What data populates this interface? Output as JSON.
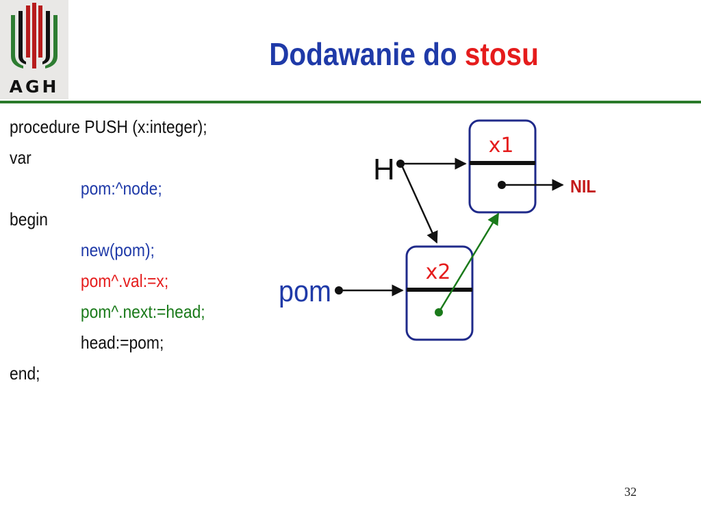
{
  "logo": {
    "text": "AGH"
  },
  "title": {
    "main": "Dodawanie do ",
    "accent": "stosu"
  },
  "code_lines": [
    {
      "text": "procedure PUSH (x:integer);",
      "color": "black",
      "indent": false
    },
    {
      "text": "var",
      "color": "black",
      "indent": false
    },
    {
      "text": "pom:^node;",
      "color": "blue",
      "indent": true
    },
    {
      "text": "begin",
      "color": "black",
      "indent": false
    },
    {
      "text": "new(pom);",
      "color": "blue",
      "indent": true
    },
    {
      "text": "pom^.val:=x;",
      "color": "red",
      "indent": true
    },
    {
      "text": "pom^.next:=head;",
      "color": "green",
      "indent": true
    },
    {
      "text": "head:=pom;",
      "color": "black",
      "indent": true
    },
    {
      "text": "end;",
      "color": "black",
      "indent": false
    }
  ],
  "diagram": {
    "head_label": "H",
    "pom_label": "pom",
    "node1_value": "x1",
    "node2_value": "x2",
    "nil_label": "NIL"
  },
  "colors": {
    "title_blue": "#1f3aa8",
    "accent_red": "#e51c1c",
    "rule_green": "#2a7a2a",
    "code_green": "#1a7a1a",
    "node_border": "#1f2a8a"
  },
  "page_number": "32"
}
